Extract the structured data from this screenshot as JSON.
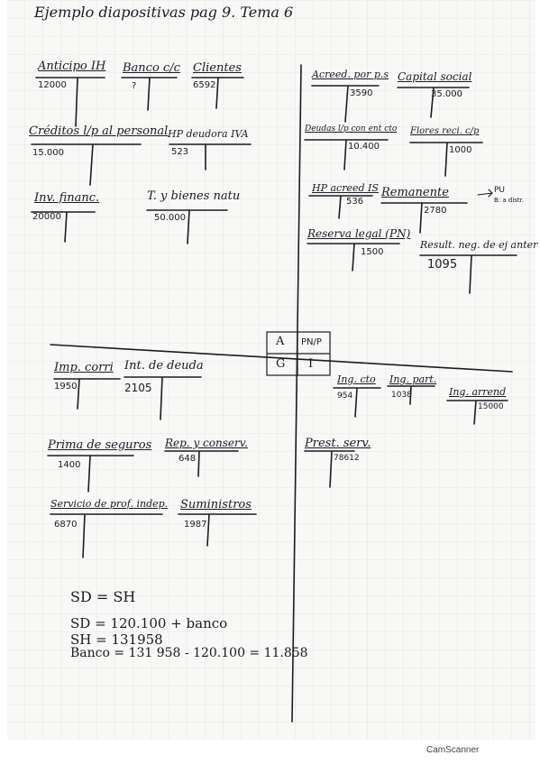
{
  "title": "Ejemplo diapositivas pag 9. Tema 6",
  "accounts": [
    {
      "id": "anticipo",
      "name": "Anticipo IH",
      "value": "12000"
    },
    {
      "id": "banco",
      "name": "Banco c/c",
      "value": "?"
    },
    {
      "id": "clientes",
      "name": "Clientes",
      "value": "6592"
    },
    {
      "id": "creditos",
      "name": "Créditos l/p al personal",
      "value": "15.000"
    },
    {
      "id": "hpdeudora",
      "name": "HP deudora IVA",
      "value": "523"
    },
    {
      "id": "invfinanc",
      "name": "Inv. financ.",
      "value": "20000"
    },
    {
      "id": "tybienes",
      "name": "T. y bienes natu",
      "value": "50.000"
    },
    {
      "id": "acreed",
      "name": "Acreed. por p.s",
      "value": "3590"
    },
    {
      "id": "capital",
      "name": "Capital social",
      "value": "35.000"
    },
    {
      "id": "deudaslp",
      "name": "Deudas l/p con ent cto",
      "value": "10.400"
    },
    {
      "id": "flores",
      "name": "Flores reci. c/p",
      "value": "1000"
    },
    {
      "id": "hpacreed",
      "name": "HP acreed IS",
      "value": "536"
    },
    {
      "id": "remanente",
      "name": "Remanente",
      "value": "2780"
    },
    {
      "id": "reservalegal",
      "name": "Reserva legal (PN)",
      "value": "1500"
    },
    {
      "id": "resultneg",
      "name": "Result. neg. de ej anter",
      "value": "1095"
    },
    {
      "id": "impcorri",
      "name": "Imp. corri",
      "value": "1950"
    },
    {
      "id": "intdeuda",
      "name": "Int. de deuda",
      "value": "2105"
    },
    {
      "id": "primaseguros",
      "name": "Prima de seguros",
      "value": "1400"
    },
    {
      "id": "repconserv",
      "name": "Rep. y conserv.",
      "value": "648"
    },
    {
      "id": "servprof",
      "name": "Servicio de prof. indep.",
      "value": "6870"
    },
    {
      "id": "suministros",
      "name": "Suministros",
      "value": "1987"
    },
    {
      "id": "ingcto",
      "name": "Ing. cto",
      "value": "954"
    },
    {
      "id": "ingpart",
      "name": "Ing. part.",
      "value": "1038"
    },
    {
      "id": "ingarrend",
      "name": "Ing. arrend",
      "value": "15000"
    },
    {
      "id": "prestserv",
      "name": "Prest. serv.",
      "value": "78612"
    }
  ],
  "remanente_note": "PU",
  "remanente_note2": "B: a distr.",
  "grid_labels": {
    "a": "A",
    "pnp": "PN/P",
    "g": "G",
    "i": "I"
  },
  "formulas": {
    "line1": "SD = SH",
    "line2": "SD = 120.100  + banco",
    "line3": "SH = 131958",
    "line4": "Banco = 131 958 - 120.100 = 11.858"
  },
  "watermark": "CamScanner"
}
